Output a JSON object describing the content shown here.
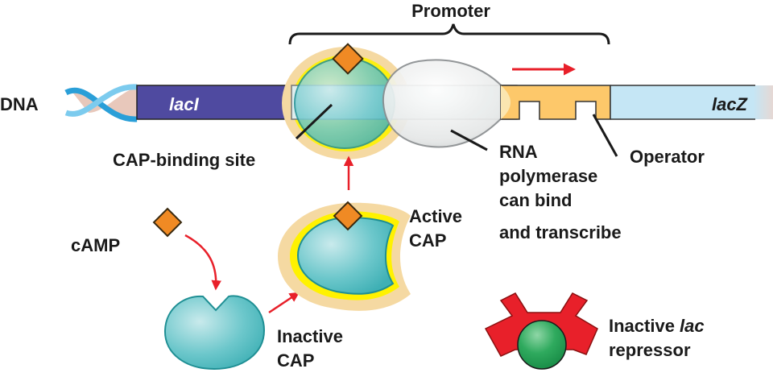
{
  "title": "Promoter",
  "dna_label": "DNA",
  "genes": {
    "laci": "lacI",
    "lacz": "lacZ"
  },
  "labels": {
    "cap_binding_site": "CAP-binding site",
    "rna_polymerase": [
      "RNA",
      "polymerase",
      "can bind",
      "and transcribe"
    ],
    "operator": "Operator",
    "camp": "cAMP",
    "active_cap": [
      "Active",
      "CAP"
    ],
    "inactive_cap": [
      "Inactive",
      "CAP"
    ],
    "inactive_repressor_prefix": "Inactive ",
    "inactive_repressor_italic": "lac",
    "inactive_repressor_line2": "repressor"
  },
  "colors": {
    "laci": "#4f4aa0",
    "lacz": "#c5e6f5",
    "operator": "#fdc86a",
    "cap": "#5ec3c6",
    "camp": "#f08a24",
    "arrow": "#e8202a",
    "repressor": "#e8202a",
    "inducer": "#2aa860",
    "halo": "#f7dba0",
    "halo_inner": "#fff200"
  }
}
